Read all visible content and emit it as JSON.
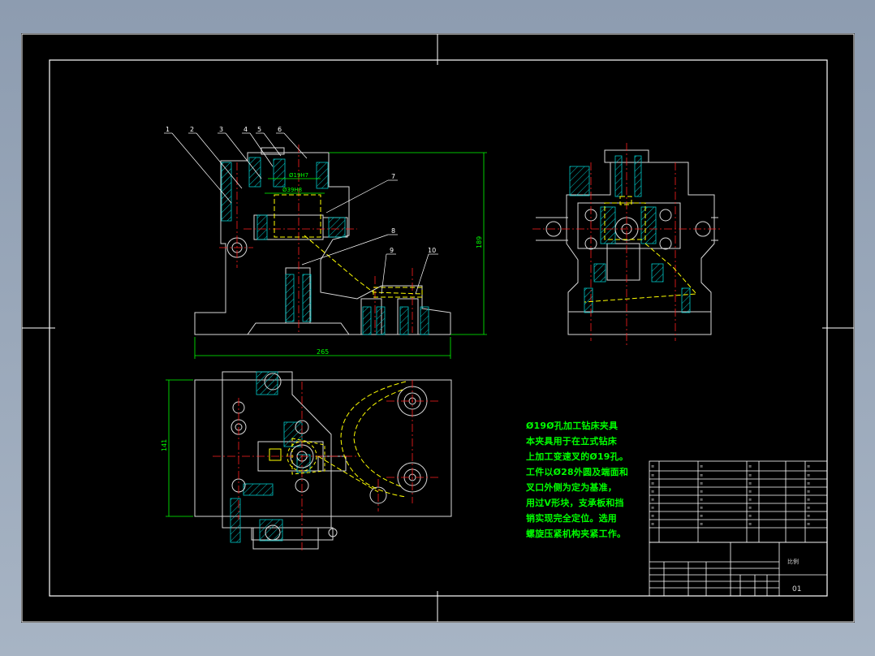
{
  "drawing": {
    "part_numbers": [
      "1",
      "2",
      "3",
      "4",
      "5",
      "6",
      "7",
      "8",
      "9",
      "10"
    ],
    "dim_labels": {
      "hole_19": "Ø19H7",
      "hole_39": "Ø39H8",
      "height": "189",
      "width": "265",
      "depth": "141"
    },
    "notes": [
      "Ø19Ø孔加工钻床夹具",
      "本夹具用于在立式钻床",
      "上加工变速叉的Ø19孔。",
      "工件以Ø28外圆及端面和",
      "叉口外侧为定为基准，",
      "用过V形块，支承板和挡",
      "销实现完全定位。选用",
      "螺旋压紧机构夹紧工作。"
    ],
    "title_block": {
      "drawing_no": "01",
      "scale_label": "比例"
    }
  },
  "colors": {
    "background": "#000000",
    "frame": "#ffffff",
    "part": "#d9d9d9",
    "centerline": "#ff2020",
    "hatch": "#00c8c8",
    "dimension": "#00ff00",
    "note": "#00ff00",
    "leader": "#ffffff",
    "workpiece": "#ffff00"
  }
}
